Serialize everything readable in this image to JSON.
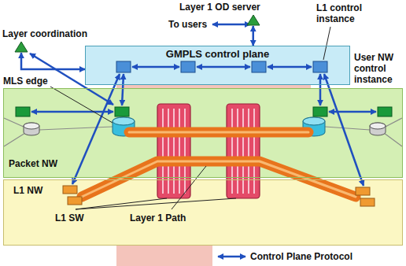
{
  "diagram": {
    "nodes": [
      {
        "text": [
          "Layer 1 OD server"
        ]
      },
      {
        "text": [
          "Layer coordination"
        ]
      },
      {
        "text": [
          "GMPLS control plane"
        ]
      },
      {
        "text": [
          "Packet NW"
        ]
      },
      {
        "text": [
          "L1 NW"
        ]
      }
    ],
    "edges": [
      {
        "from": 0,
        "to": 2,
        "arrow": "both"
      },
      {
        "from": 1,
        "to": 2,
        "arrow": "both"
      }
    ],
    "labels": [
      "To users",
      "L1 control instance",
      "User NW control instance",
      "MLS edge",
      "L1 SW",
      "Layer 1 Path"
    ],
    "legend": [
      {
        "text": "Control Plane Protocol"
      }
    ]
  }
}
